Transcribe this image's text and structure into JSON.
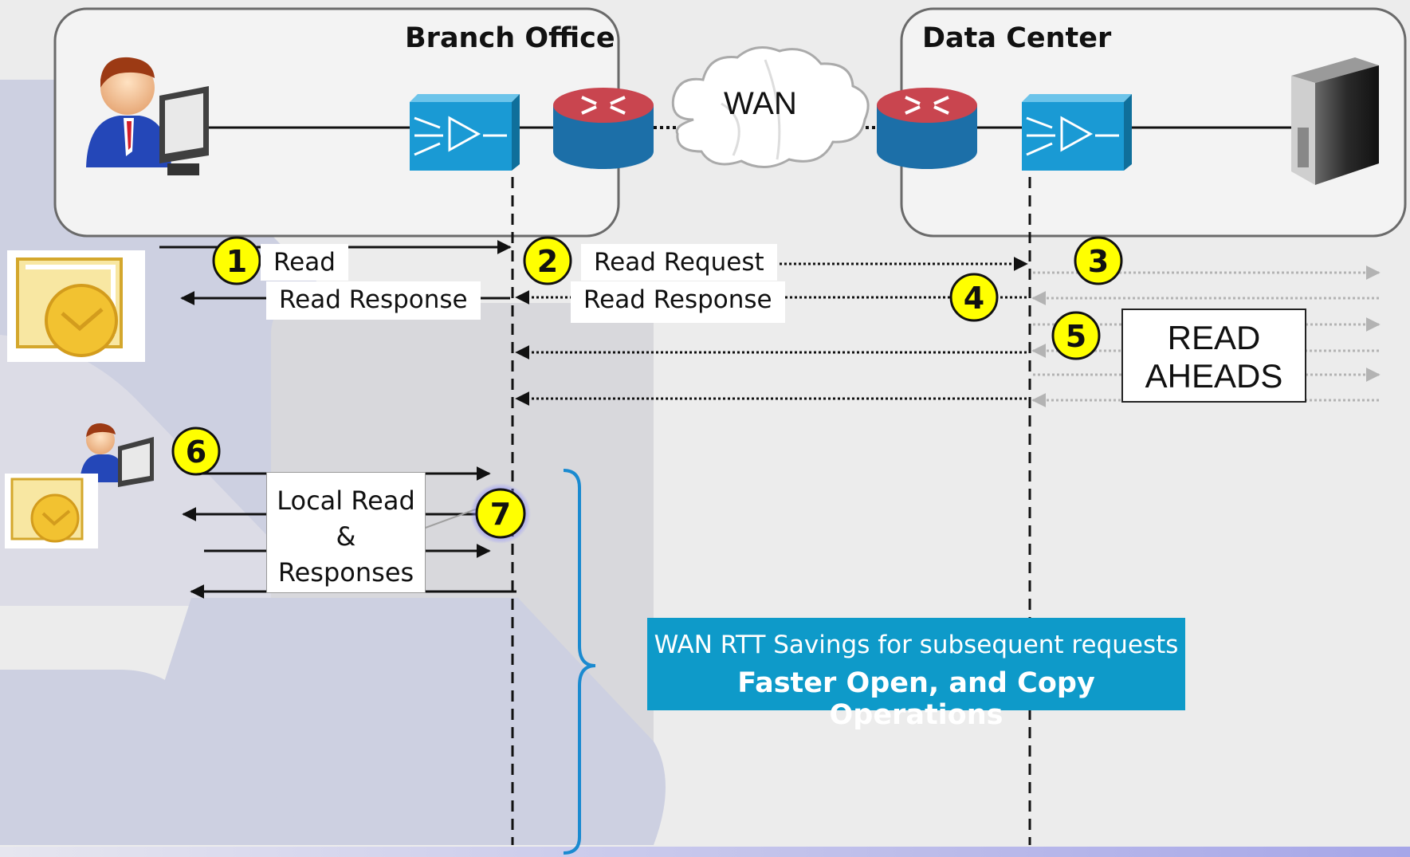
{
  "branch_title": "Branch Office",
  "dc_title": "Data Center",
  "wan_label": "WAN",
  "steps": [
    "1",
    "2",
    "3",
    "4",
    "5",
    "6",
    "7"
  ],
  "labels": {
    "read": "Read",
    "read_response_client": "Read Response",
    "read_request": "Read Request",
    "read_response_wan": "Read Response",
    "read_aheads_l1": "READ",
    "read_aheads_l2": "AHEADS",
    "local_l1": "Local Read",
    "local_l2": "&",
    "local_l3": "Responses"
  },
  "savings": {
    "line1": "WAN RTT Savings for subsequent requests",
    "line2": "Faster Open, and Copy Operations"
  },
  "colors": {
    "accent_box": "#0e9ac9",
    "step_badge": "#ffff00",
    "router_top": "#c9454f",
    "router_body": "#1c6fa8",
    "accelerator": "#1a9ad4"
  }
}
